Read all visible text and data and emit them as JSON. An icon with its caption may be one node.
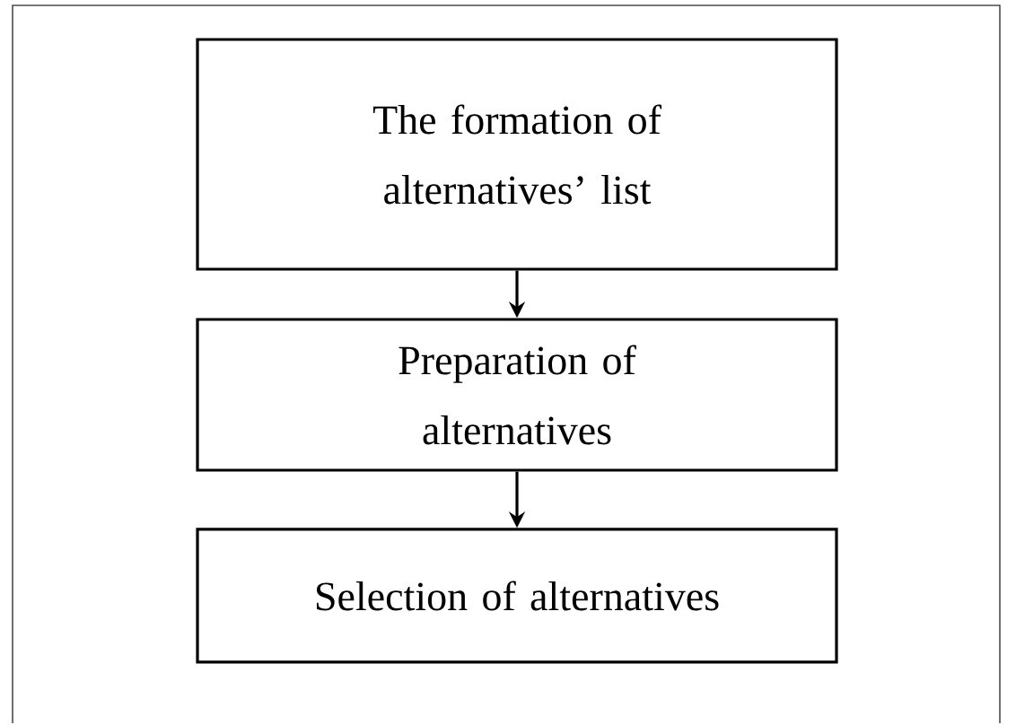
{
  "diagram": {
    "nodes": [
      {
        "text": [
          "The formation of alternatives’ list"
        ]
      },
      {
        "text": [
          "Preparation of alternatives"
        ]
      },
      {
        "text": [
          "Selection of alternatives"
        ]
      }
    ],
    "edges": [
      {
        "from": 0,
        "to": 1,
        "arrow": "to"
      },
      {
        "from": 1,
        "to": 2,
        "arrow": "to"
      }
    ]
  }
}
